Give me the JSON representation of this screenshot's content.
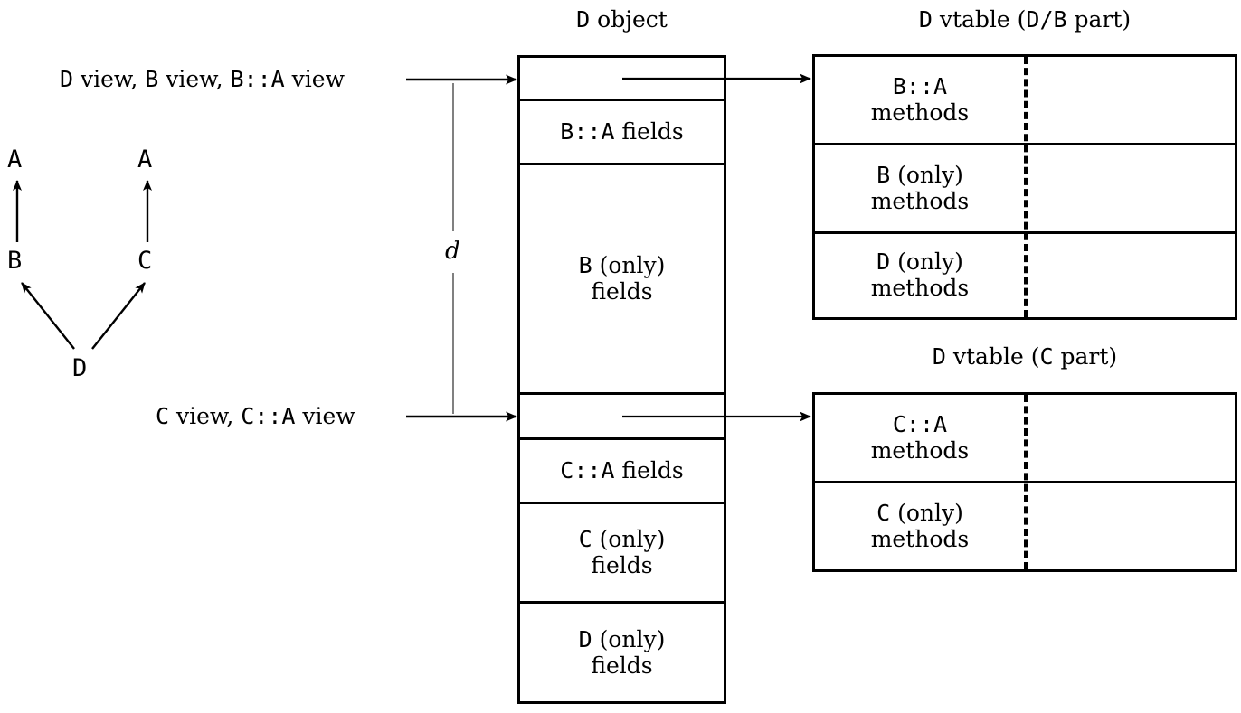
{
  "inheritance_diagram": {
    "nodes": [
      {
        "name": "A",
        "id": "a-left"
      },
      {
        "name": "A",
        "id": "a-right"
      },
      {
        "name": "B",
        "id": "b"
      },
      {
        "name": "C",
        "id": "c"
      },
      {
        "name": "D",
        "id": "d"
      }
    ],
    "edges": [
      {
        "from": "B",
        "to": "A",
        "arrow": "up"
      },
      {
        "from": "C",
        "to": "A",
        "arrow": "up"
      },
      {
        "from": "D",
        "to": "B",
        "arrow": "up-left"
      },
      {
        "from": "D",
        "to": "C",
        "arrow": "up-right"
      }
    ]
  },
  "pointer_labels": {
    "top": "D view, B view, B::A view",
    "bottom": "C view, C::A view",
    "offset_variable": "d"
  },
  "object": {
    "title": "D object",
    "rows": [
      {
        "label": "",
        "kind": "vptr-slot"
      },
      {
        "label": "B::A fields",
        "kind": "fields",
        "mono_prefix": "B::A",
        "suffix": " fields"
      },
      {
        "label": "B (only)\nfields",
        "kind": "fields",
        "mono_prefix": "B",
        "suffix": " (only) fields"
      },
      {
        "label": "",
        "kind": "vptr-slot"
      },
      {
        "label": "C::A fields",
        "kind": "fields",
        "mono_prefix": "C::A",
        "suffix": " fields"
      },
      {
        "label": "C (only)\nfields",
        "kind": "fields",
        "mono_prefix": "C",
        "suffix": " (only) fields"
      },
      {
        "label": "D (only)\nfields",
        "kind": "fields",
        "mono_prefix": "D",
        "suffix": " (only) fields"
      }
    ]
  },
  "vtables": [
    {
      "title": "D vtable (D/B part)",
      "rows": [
        {
          "line1": "B::A",
          "line2": "methods"
        },
        {
          "line1": "B (only)",
          "line2": "methods"
        },
        {
          "line1": "D (only)",
          "line2": "methods"
        }
      ]
    },
    {
      "title": "D vtable (C part)",
      "rows": [
        {
          "line1": "C::A",
          "line2": "methods"
        },
        {
          "line1": "C (only)",
          "line2": "methods"
        }
      ]
    }
  ],
  "colors": {
    "ink": "#000000",
    "paper": "#ffffff"
  }
}
